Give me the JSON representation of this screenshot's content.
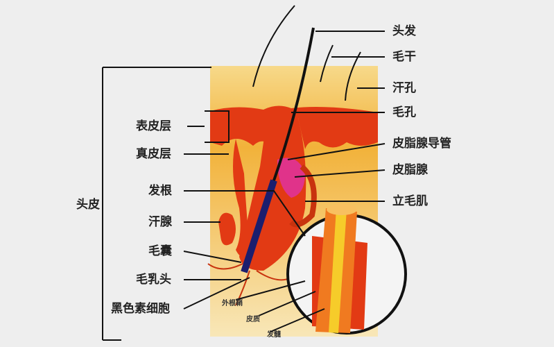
{
  "right_labels": [
    "头发",
    "毛干",
    "汗孔",
    "毛孔",
    "皮脂腺导管",
    "皮脂腺",
    "立毛肌"
  ],
  "left_labels": [
    "表皮层",
    "真皮层",
    "发根",
    "汗腺",
    "毛囊",
    "毛乳头",
    "黑色素细胞"
  ],
  "scalp_label": "头皮",
  "inset_labels": [
    "外根鞘",
    "皮质",
    "发髓"
  ],
  "colors": {
    "epidermis": "#f2b23a",
    "dermis": "#e23a14",
    "gland": "#e0338a",
    "background": "#eeeeee"
  }
}
